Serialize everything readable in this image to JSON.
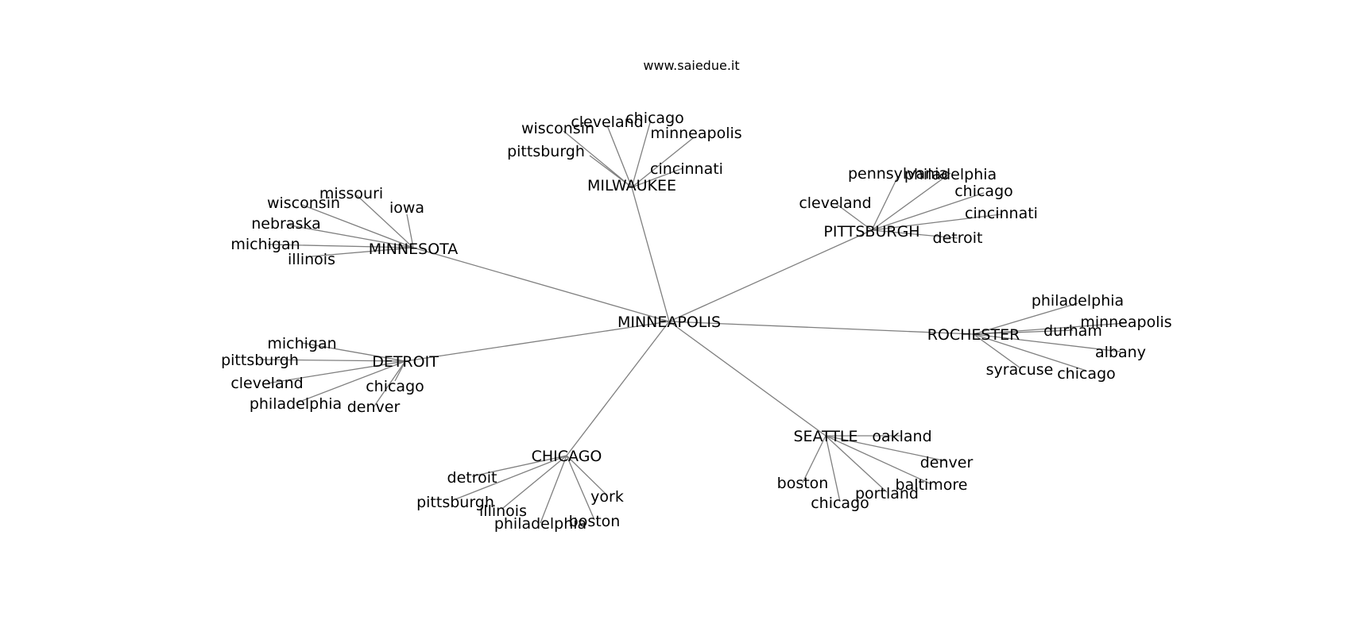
{
  "watermark": "www.saiedue.it",
  "colors": {
    "edge": "#7f7f7f",
    "text": "#000000",
    "background": "#ffffff"
  },
  "center": "MINNEAPOLIS",
  "hubs": [
    {
      "id": "milwaukee",
      "label": "MILWAUKEE",
      "leaves": [
        "wisconsin",
        "cleveland",
        "chicago",
        "minneapolis",
        "pittsburgh",
        "cincinnati"
      ]
    },
    {
      "id": "minnesota",
      "label": "MINNESOTA",
      "leaves": [
        "missouri",
        "wisconsin",
        "iowa",
        "nebraska",
        "michigan",
        "illinois"
      ]
    },
    {
      "id": "pittsburgh",
      "label": "PITTSBURGH",
      "leaves": [
        "pennsylvania",
        "philadelphia",
        "chicago",
        "cleveland",
        "cincinnati",
        "detroit"
      ]
    },
    {
      "id": "rochester",
      "label": "ROCHESTER",
      "leaves": [
        "philadelphia",
        "minneapolis",
        "durham",
        "albany",
        "syracuse",
        "chicago"
      ]
    },
    {
      "id": "detroit",
      "label": "DETROIT",
      "leaves": [
        "michigan",
        "pittsburgh",
        "cleveland",
        "chicago",
        "philadelphia",
        "denver"
      ]
    },
    {
      "id": "chicago",
      "label": "CHICAGO",
      "leaves": [
        "detroit",
        "pittsburgh",
        "illinois",
        "philadelphia",
        "boston",
        "york"
      ]
    },
    {
      "id": "seattle",
      "label": "SEATTLE",
      "leaves": [
        "oakland",
        "denver",
        "baltimore",
        "boston",
        "portland",
        "chicago"
      ]
    }
  ]
}
